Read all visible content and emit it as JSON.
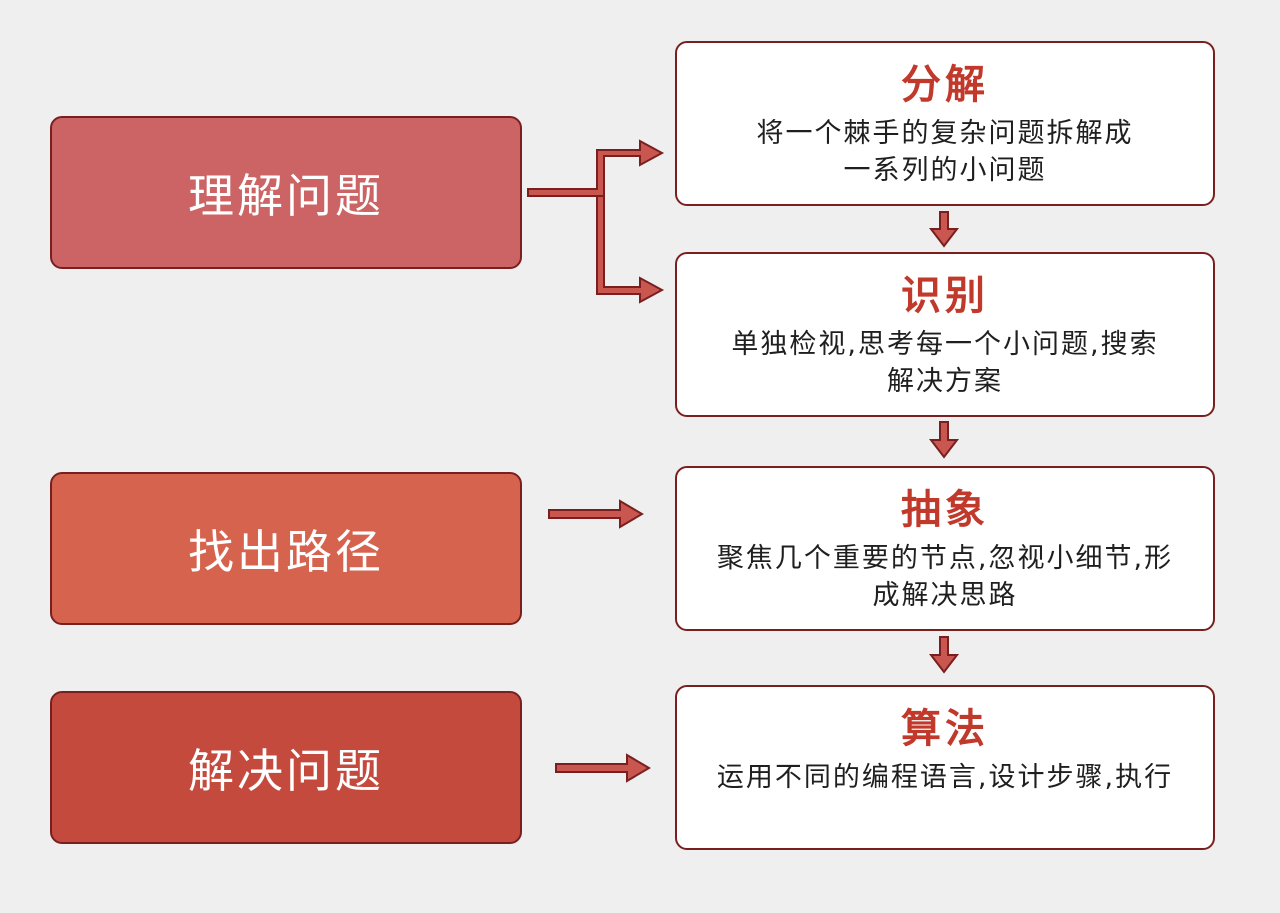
{
  "stages": [
    {
      "label": "理解问题",
      "color": "#cc6465"
    },
    {
      "label": "找出路径",
      "color": "#d5634e"
    },
    {
      "label": "解决问题",
      "color": "#c54a3e"
    }
  ],
  "steps": [
    {
      "title": "分解",
      "desc": "将一个棘手的复杂问题拆解成一系列的小问题"
    },
    {
      "title": "识别",
      "desc": "单独检视,思考每一个小问题,搜索解决方案"
    },
    {
      "title": "抽象",
      "desc": "聚焦几个重要的节点,忽视小细节,形成解决思路"
    },
    {
      "title": "算法",
      "desc": "运用不同的编程语言,设计步骤,执行"
    }
  ],
  "colors": {
    "arrow_fill": "#c9574f",
    "arrow_stroke": "#7a1f1f",
    "title_accent": "#c0392b",
    "background": "#efefef"
  }
}
